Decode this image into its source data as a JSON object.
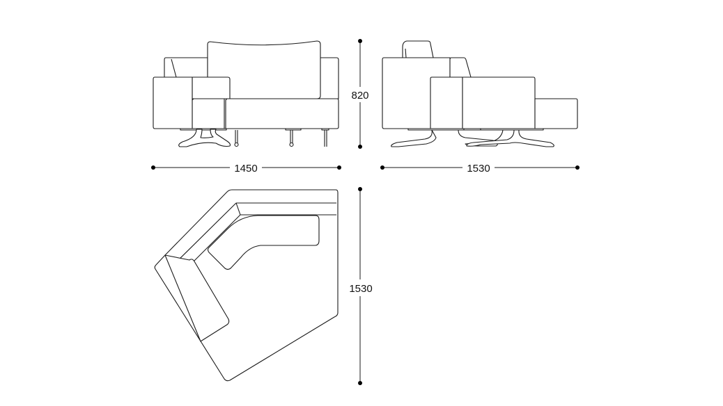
{
  "drawing": {
    "views": [
      "front-view",
      "side-view",
      "top-view"
    ],
    "dimensions": {
      "front_width": "1450",
      "height": "820",
      "side_depth": "1530",
      "top_depth": "1530"
    },
    "units": "mm",
    "line_color": "#1a1a1a",
    "background": "#ffffff"
  }
}
